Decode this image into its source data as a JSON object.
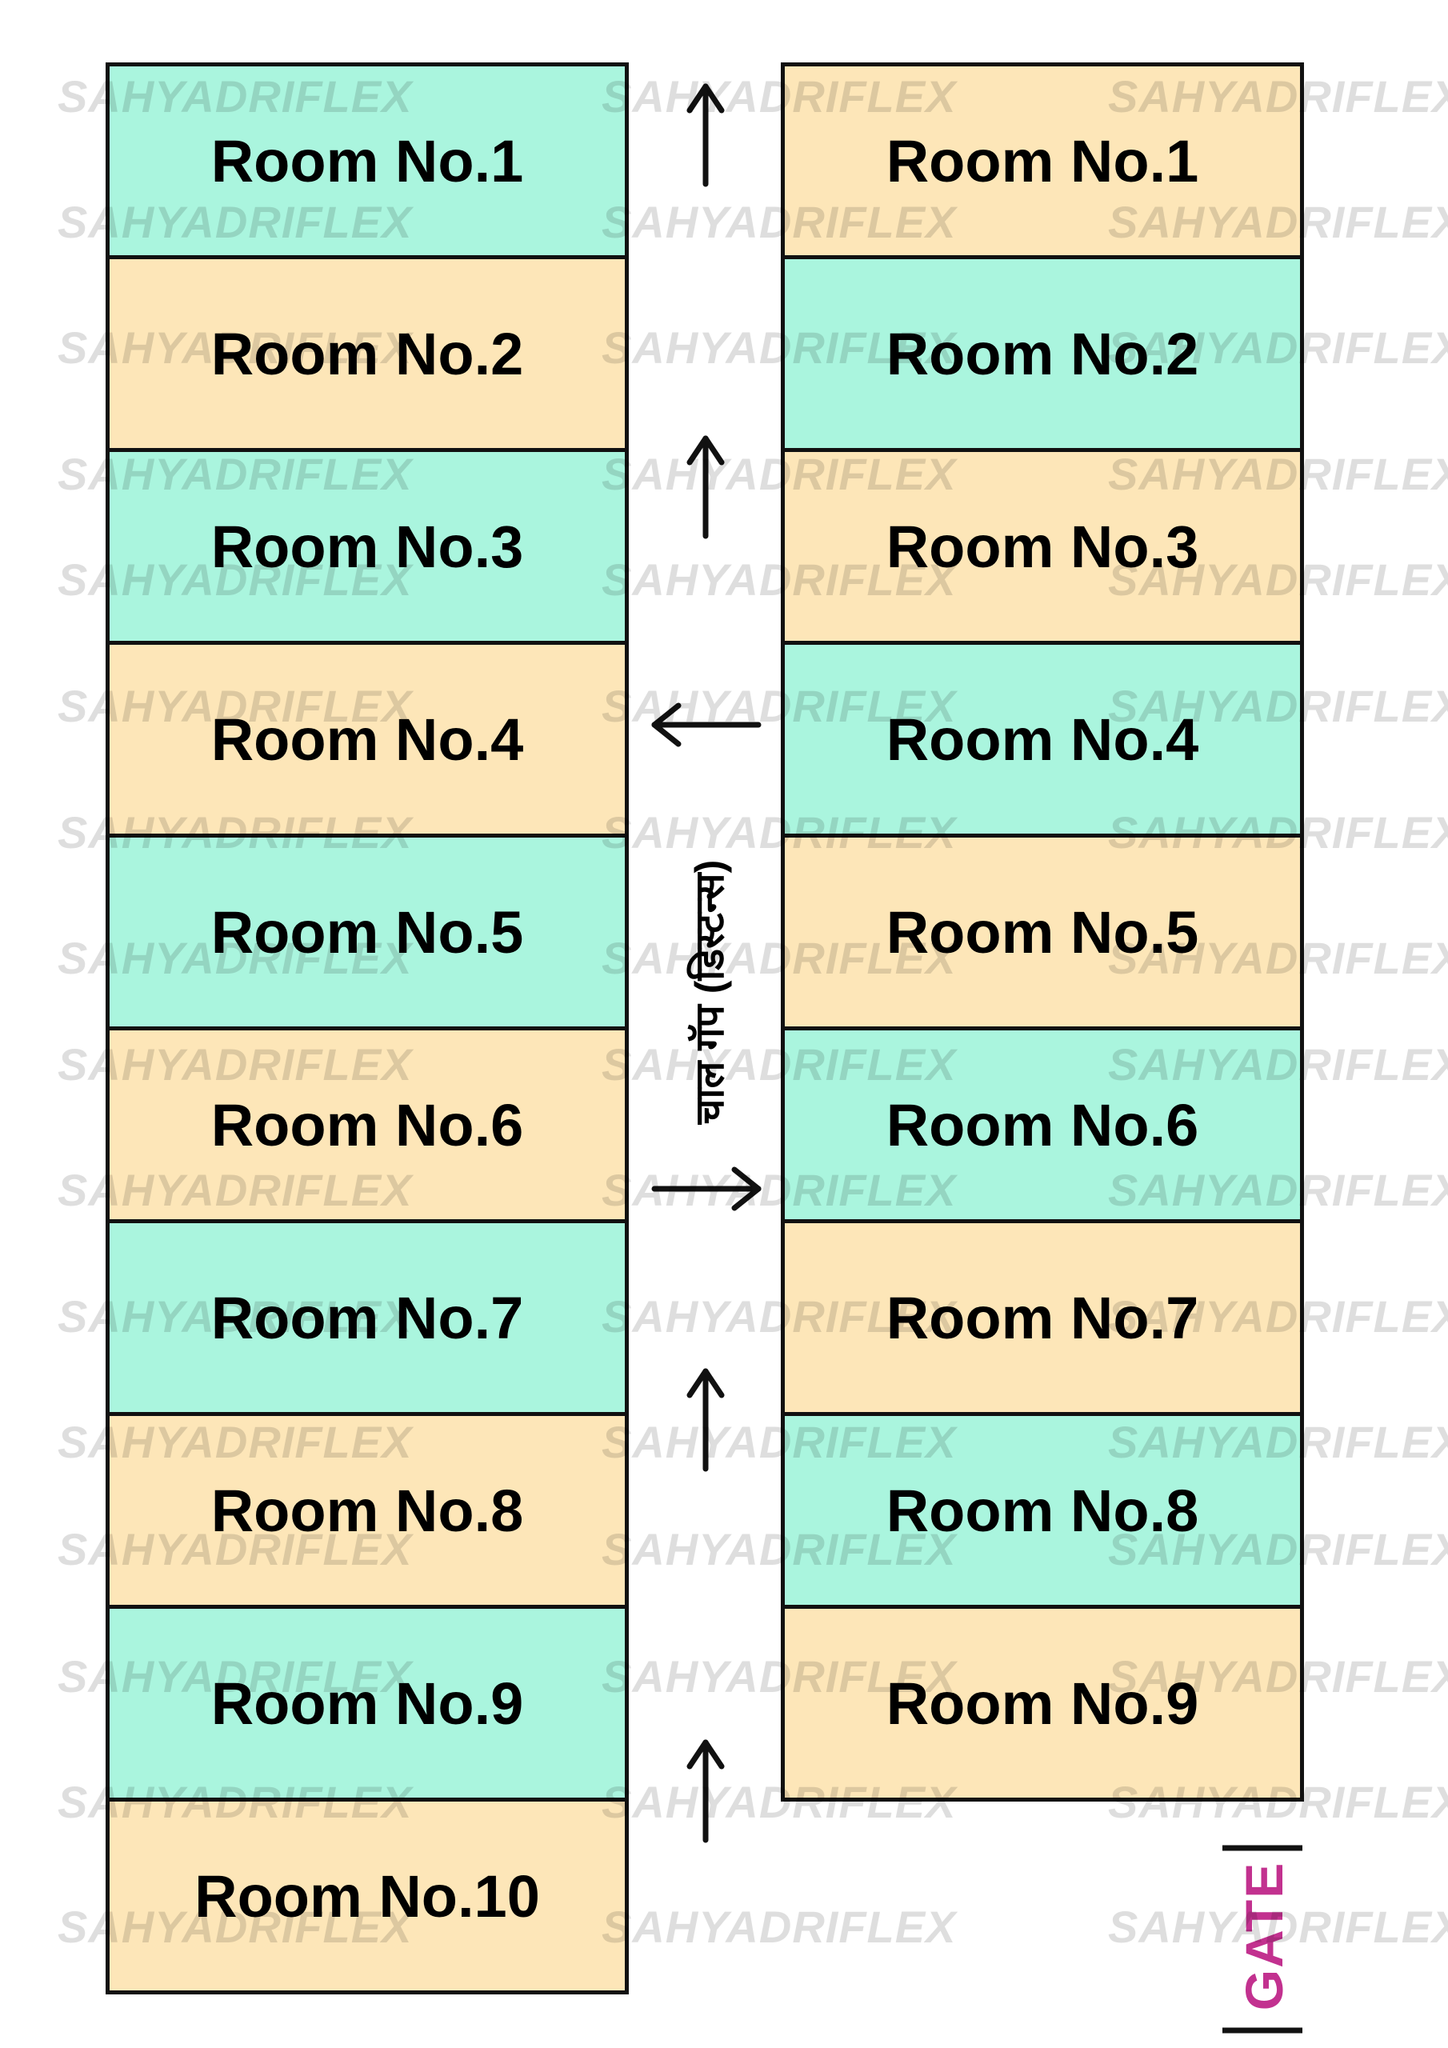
{
  "colors": {
    "mint": "#aaf5de",
    "peach": "#fde6b8",
    "border": "#111111",
    "gate": "#c2318f",
    "watermark": "rgba(0,0,0,0.13)"
  },
  "left_rooms": [
    {
      "label": "Room No.1",
      "color": "mint"
    },
    {
      "label": "Room No.2",
      "color": "peach"
    },
    {
      "label": "Room No.3",
      "color": "mint"
    },
    {
      "label": "Room No.4",
      "color": "peach"
    },
    {
      "label": "Room No.5",
      "color": "mint"
    },
    {
      "label": "Room No.6",
      "color": "peach"
    },
    {
      "label": "Room No.7",
      "color": "mint"
    },
    {
      "label": "Room No.8",
      "color": "peach"
    },
    {
      "label": "Room No.9",
      "color": "mint"
    },
    {
      "label": "Room No.10",
      "color": "peach"
    }
  ],
  "right_rooms": [
    {
      "label": "Room No.1",
      "color": "peach"
    },
    {
      "label": "Room No.2",
      "color": "mint"
    },
    {
      "label": "Room No.3",
      "color": "peach"
    },
    {
      "label": "Room No.4",
      "color": "mint"
    },
    {
      "label": "Room No.5",
      "color": "peach"
    },
    {
      "label": "Room No.6",
      "color": "mint"
    },
    {
      "label": "Room No.7",
      "color": "peach"
    },
    {
      "label": "Room No.8",
      "color": "mint"
    },
    {
      "label": "Room No.9",
      "color": "peach"
    }
  ],
  "aisle_label": "चाल गॅप (डिस्टन्स)",
  "gate_label": "GATE",
  "watermark_text": "SAHYADRIFLEX",
  "arrows": [
    "up",
    "up",
    "left",
    "right",
    "up",
    "up"
  ]
}
